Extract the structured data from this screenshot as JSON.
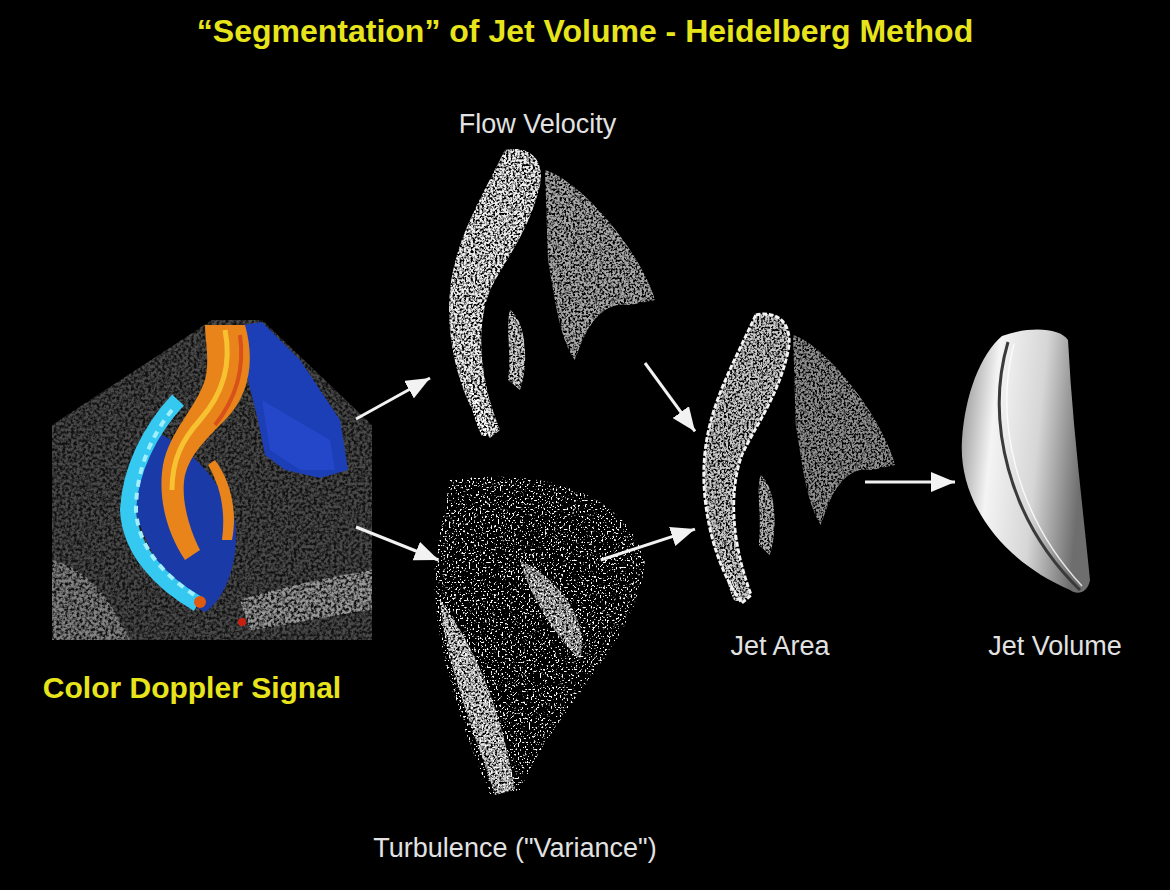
{
  "diagram": {
    "title": "“Segmentation” of Jet Volume - Heidelberg Method",
    "nodes": [
      {
        "text": [
          "Color Doppler Signal"
        ]
      },
      {
        "text": [
          "Flow Velocity"
        ]
      },
      {
        "text": [
          "Turbulence (\"Variance\")"
        ]
      },
      {
        "text": [
          "Jet Area"
        ]
      },
      {
        "text": [
          "Jet Volume"
        ]
      }
    ],
    "edges": [
      {
        "from": 0,
        "to": 1,
        "arrow": "to"
      },
      {
        "from": 0,
        "to": 2,
        "arrow": "to"
      },
      {
        "from": 1,
        "to": 3,
        "arrow": "to"
      },
      {
        "from": 2,
        "to": 3,
        "arrow": "to"
      },
      {
        "from": 3,
        "to": 4,
        "arrow": "to"
      }
    ]
  }
}
